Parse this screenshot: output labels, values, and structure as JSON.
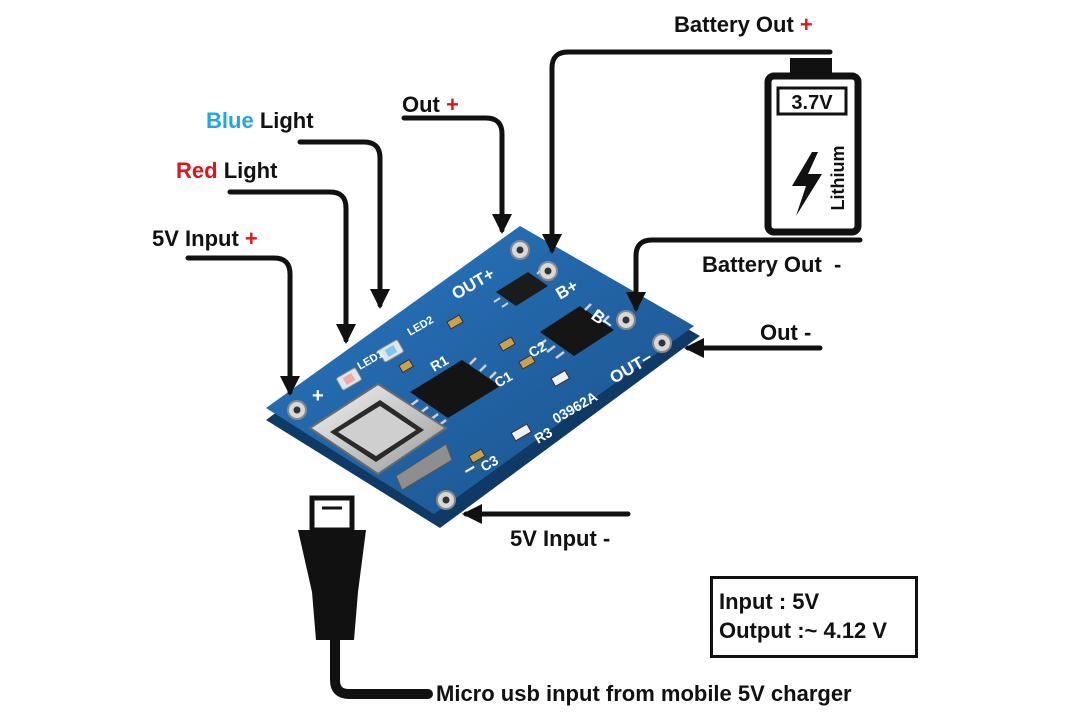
{
  "labels": {
    "battery_out_plus": {
      "text": "Battery Out",
      "sign": "+"
    },
    "out_plus": {
      "text": "Out",
      "sign": "+"
    },
    "blue_light": {
      "color_word": "Blue",
      "text": "Light"
    },
    "red_light": {
      "color_word": "Red",
      "text": "Light"
    },
    "input_5v_plus": {
      "text": "5V Input",
      "sign": "+"
    },
    "battery_out_minus": {
      "text": "Battery Out  -"
    },
    "out_minus": {
      "text": "Out -"
    },
    "input_5v_minus": {
      "text": "5V Input -"
    },
    "micro_usb": {
      "text": "Micro usb input from mobile 5V charger"
    }
  },
  "spec_box": {
    "input": "Input : 5V",
    "output": "Output :~ 4.12 V"
  },
  "battery": {
    "voltage": "3.7V",
    "chemistry": "Lithium"
  },
  "board": {
    "silkscreen": {
      "out_plus": "OUT+",
      "b_plus": "B+",
      "b_minus": "B−",
      "out_minus": "OUT−",
      "plus": "+",
      "minus": "−",
      "r1": "R1",
      "c1": "C1",
      "c2": "C2",
      "c3": "C3",
      "r3": "R3",
      "code": "03962A",
      "led1": "LED1",
      "led2": "LED2"
    }
  },
  "colors": {
    "board": "#1f5f9e",
    "plus_sign": "#e0141b",
    "blue_word": "#1fa8e0",
    "red_word": "#e0141b",
    "ink": "#111111"
  }
}
